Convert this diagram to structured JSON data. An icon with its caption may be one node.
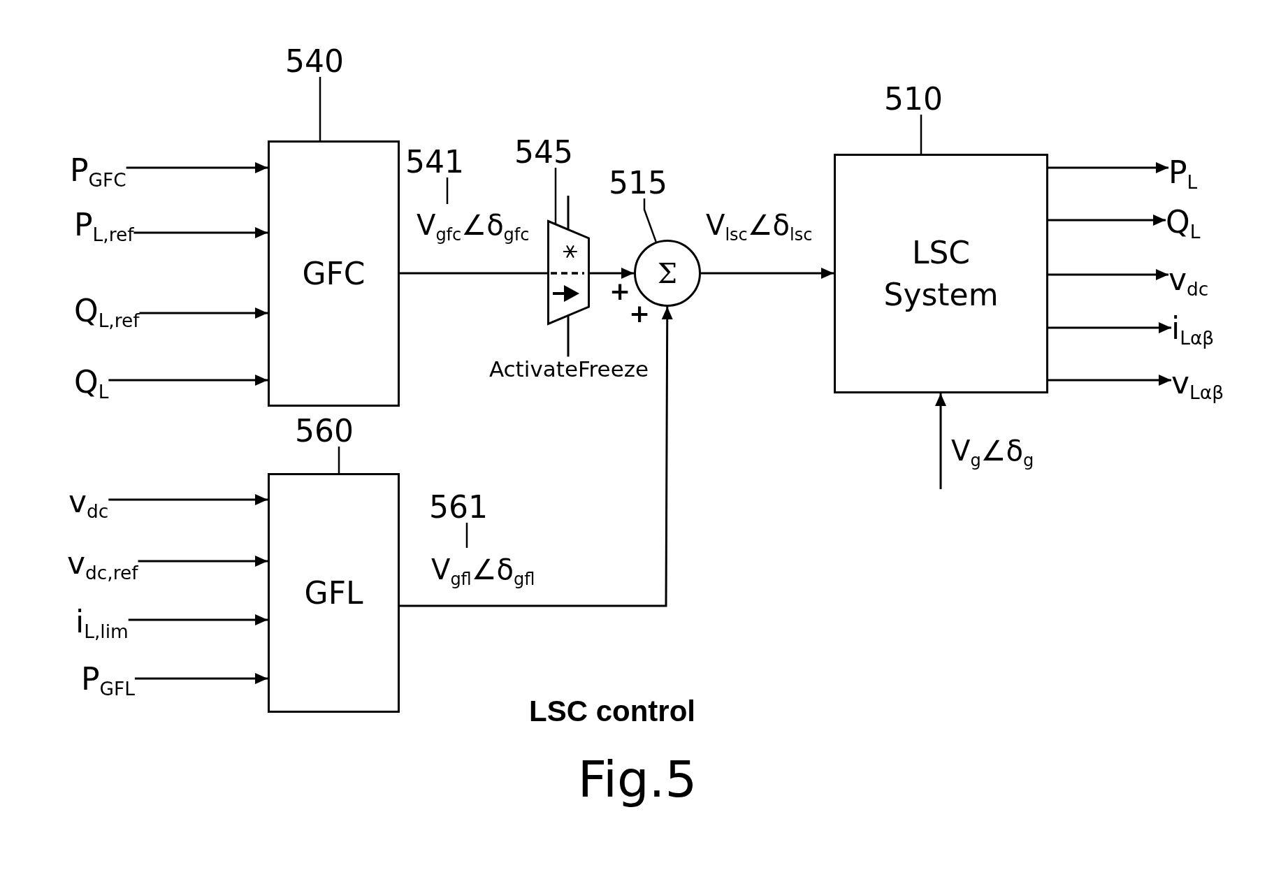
{
  "diagram": {
    "title": "LSC control",
    "caption": "Fig.5",
    "nodes": [
      {
        "text": [
          "540"
        ]
      },
      {
        "text": [
          "GFC"
        ]
      },
      {
        "text": [
          "P$_{GFC}$"
        ]
      },
      {
        "text": [
          "P$_{L,ref}$"
        ]
      },
      {
        "text": [
          "Q$_{L,ref}$"
        ]
      },
      {
        "text": [
          "Q$_{L}$"
        ]
      },
      {
        "text": [
          "541"
        ]
      },
      {
        "text": [
          "545"
        ]
      },
      {
        "text": [],
        "shape": "trapezoid"
      },
      {
        "text": [
          "ActivateFreeze"
        ]
      },
      {
        "text": [
          "515"
        ]
      },
      {
        "text": [
          "Σ"
        ],
        "beside": [
          "+",
          "+"
        ]
      },
      {
        "text": [
          "510"
        ]
      },
      {
        "text": [
          "LSC System"
        ]
      },
      {
        "text": [
          "P$_{L}$"
        ]
      },
      {
        "text": [
          "Q$_{L}$"
        ]
      },
      {
        "text": [
          "v$_{dc}$"
        ]
      },
      {
        "text": [
          "i$_{Lαβ}$"
        ]
      },
      {
        "text": [
          "v$_{Lαβ}$"
        ]
      },
      {
        "text": [
          "560"
        ]
      },
      {
        "text": [
          "GFL"
        ]
      },
      {
        "text": [
          "v$_{dc}$"
        ]
      },
      {
        "text": [
          "v$_{dc,ref}$"
        ]
      },
      {
        "text": [
          "i$_{L,lim}$"
        ]
      },
      {
        "text": [
          "P$_{GFL}$"
        ]
      },
      {
        "text": [
          "561"
        ]
      }
    ],
    "edges": [
      {
        "from": 0,
        "to": 1,
        "arrow": "none"
      },
      {
        "from": 2,
        "to": 1,
        "arrow": "to"
      },
      {
        "from": 3,
        "to": 1,
        "arrow": "to"
      },
      {
        "from": 4,
        "to": 1,
        "arrow": "to"
      },
      {
        "from": 5,
        "to": 1,
        "arrow": "to"
      },
      {
        "from": 1,
        "to": 8,
        "arrow": "none",
        "label": "V$_{gfc}$∠δ$_{gfc}$"
      },
      {
        "from": 6,
        "to": null,
        "arrow": "none"
      },
      {
        "from": 7,
        "to": 8,
        "arrow": "none"
      },
      {
        "from": null,
        "to": 8,
        "arrow": "none"
      },
      {
        "from": 8,
        "to": 9,
        "arrow": "none"
      },
      {
        "from": 8,
        "to": 11,
        "arrow": "to"
      },
      {
        "from": 10,
        "to": 11,
        "arrow": "none"
      },
      {
        "from": 11,
        "to": 13,
        "arrow": "to",
        "label": "V$_{lsc}$∠δ$_{lsc}$"
      },
      {
        "from": 12,
        "to": 13,
        "arrow": "none"
      },
      {
        "from": null,
        "to": 13,
        "arrow": "to",
        "label": "V$_{g}$∠δ$_{g}$"
      },
      {
        "from": 13,
        "to": 14,
        "arrow": "to"
      },
      {
        "from": 13,
        "to": 15,
        "arrow": "to"
      },
      {
        "from": 13,
        "to": 16,
        "arrow": "to"
      },
      {
        "from": 13,
        "to": 17,
        "arrow": "to"
      },
      {
        "from": 13,
        "to": 18,
        "arrow": "to"
      },
      {
        "from": 19,
        "to": 20,
        "arrow": "none"
      },
      {
        "from": 21,
        "to": 20,
        "arrow": "to"
      },
      {
        "from": 22,
        "to": 20,
        "arrow": "to"
      },
      {
        "from": 23,
        "to": 20,
        "arrow": "to"
      },
      {
        "from": 24,
        "to": 20,
        "arrow": "to"
      },
      {
        "from": 20,
        "to": 11,
        "arrow": "to",
        "label": "V$_{gfl}$∠δ$_{gfl}$"
      },
      {
        "from": 25,
        "to": null,
        "arrow": "none"
      }
    ]
  }
}
